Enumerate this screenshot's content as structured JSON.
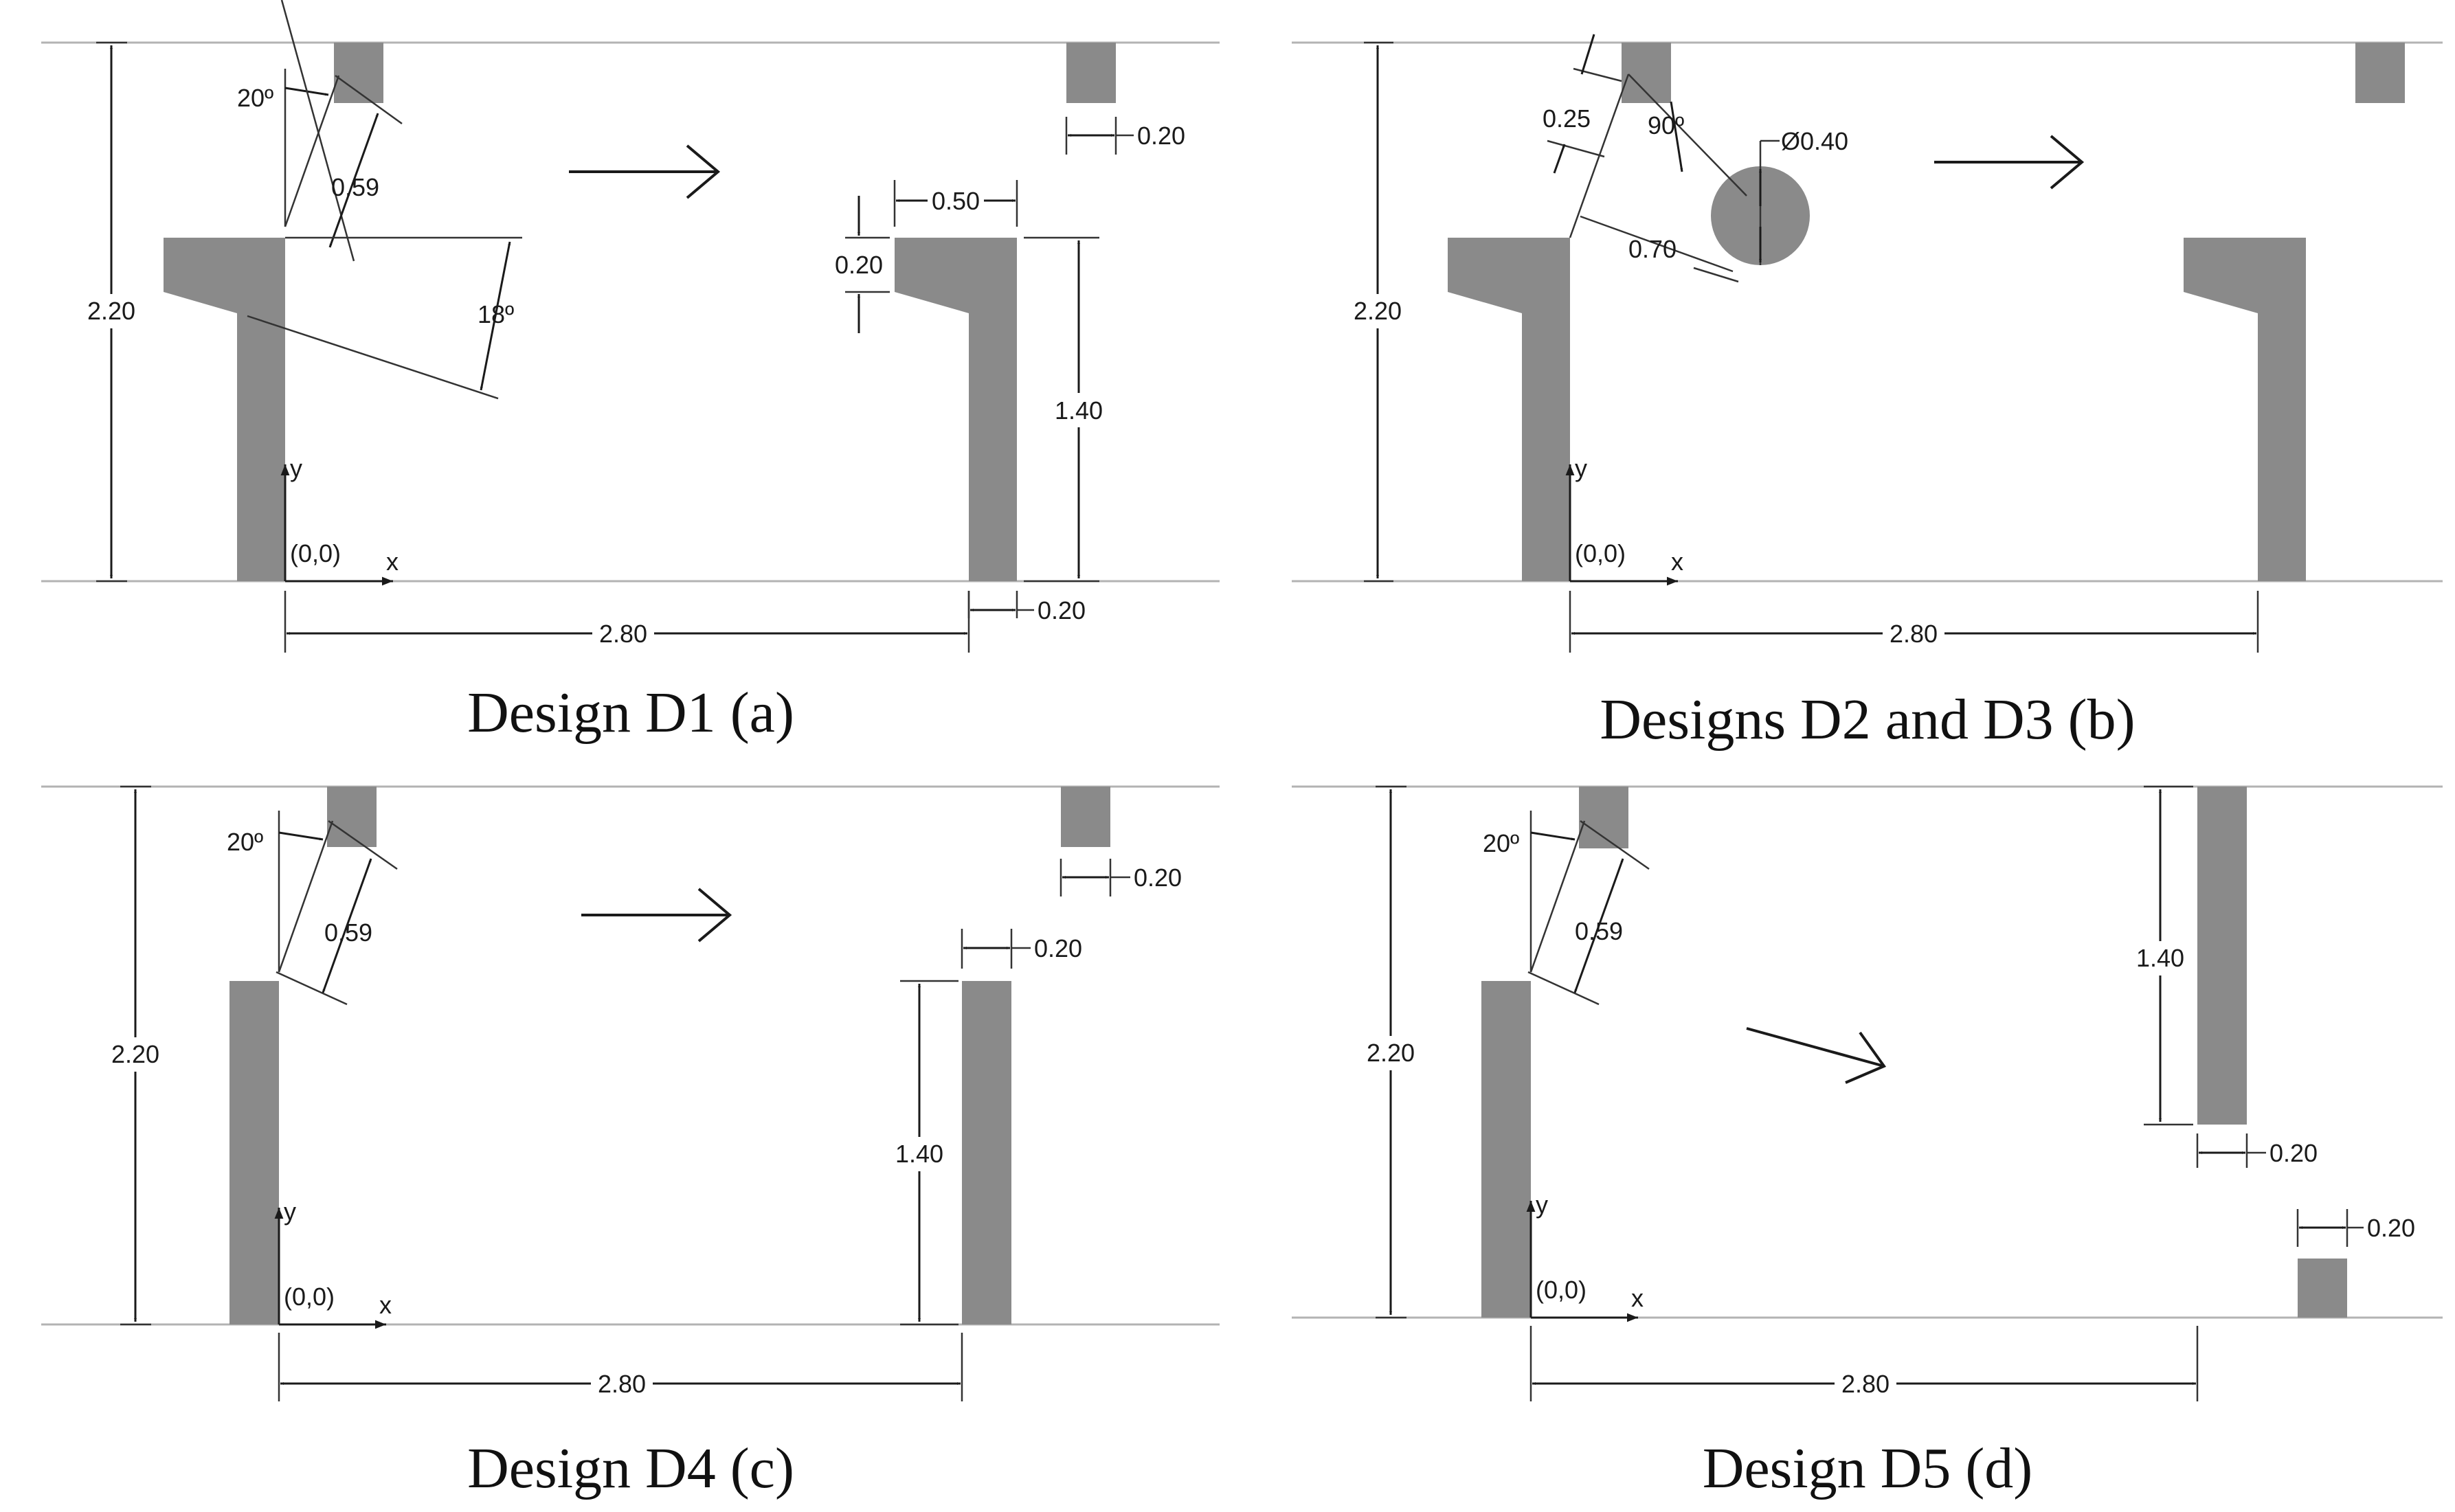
{
  "colors": {
    "wall": "#8a8a8a",
    "line": "#1a1a1a",
    "channel": "#b3b3b3"
  },
  "panels": {
    "a": {
      "caption": "Design D1 (a)",
      "angle_top": "20º",
      "dim_059": "0.59",
      "angle_slope": "18º",
      "height": "2.20",
      "dim_lip_width": "0.50",
      "dim_lip_height": "0.20",
      "dim_right_top_width": "0.20",
      "dim_right_wall_height": "1.40",
      "dim_right_wall_width": "0.20",
      "dim_span": "2.80",
      "origin": "(0,0)",
      "axis_x": "x",
      "axis_y": "y"
    },
    "b": {
      "caption": "Designs D2 and D3 (b)",
      "dim_025": "0.25",
      "angle_90": "90º",
      "dim_diameter": "Ø0.40",
      "dim_070": "0.70",
      "height": "2.20",
      "dim_span": "2.80",
      "origin": "(0,0)",
      "axis_x": "x",
      "axis_y": "y"
    },
    "c": {
      "caption": "Design D4 (c)",
      "angle_top": "20º",
      "dim_059": "0.59",
      "height": "2.20",
      "dim_right_top_width": "0.20",
      "dim_right_wall_width": "0.20",
      "dim_right_wall_height": "1.40",
      "dim_span": "2.80",
      "origin": "(0,0)",
      "axis_x": "x",
      "axis_y": "y"
    },
    "d": {
      "caption": "Design D5 (d)",
      "angle_top": "20º",
      "dim_059": "0.59",
      "height": "2.20",
      "dim_top_wall_height": "1.40",
      "dim_top_wall_width": "0.20",
      "dim_bottom_block_width": "0.20",
      "dim_span": "2.80",
      "origin": "(0,0)",
      "axis_x": "x",
      "axis_y": "y"
    }
  }
}
